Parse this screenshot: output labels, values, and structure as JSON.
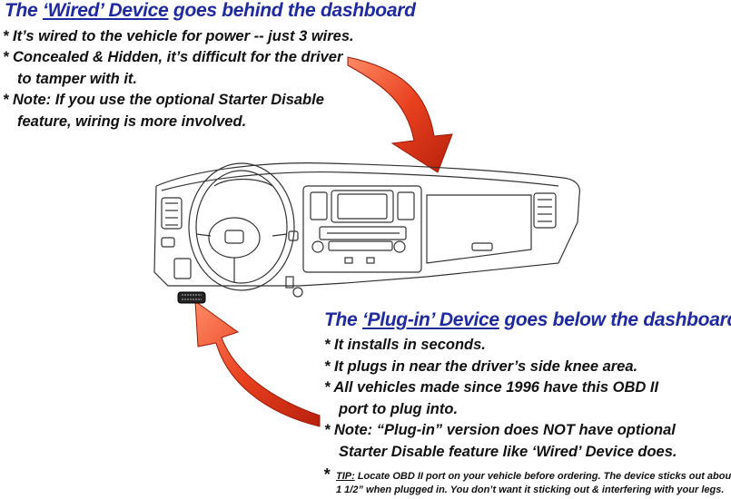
{
  "wired": {
    "heading_pre": "The ",
    "heading_link": "‘Wired’ Device",
    "heading_post": " goes behind the dashboard",
    "lines": [
      "* It’s wired to the vehicle for power -- just 3 wires.",
      "* Concealed & Hidden, it’s difficult for the driver",
      "to tamper with it.",
      "* Note: If you use the optional Starter Disable",
      "feature, wiring is more involved."
    ]
  },
  "plugin": {
    "heading_pre": "The ",
    "heading_link": "‘Plug-in’ Device",
    "heading_post": " goes below the dashboard",
    "lines": [
      "* It installs in seconds.",
      "* It plugs in near the driver’s side knee area.",
      "* All vehicles made since 1996 have this OBD II",
      "port to plug into.",
      "* Note: “Plug-in” version does NOT have optional",
      "Starter Disable feature like ‘Wired’ Device does."
    ]
  },
  "tip": {
    "star": "*",
    "label": "TIP:",
    "line1": " Locate OBD II port on your vehicle before ordering. The device sticks out about",
    "line2": "1 1/2” when plugged in. You don’t want it sticking out & interfering with your legs."
  },
  "colors": {
    "heading": "#1f2a9e",
    "arrow": "#e03a1c",
    "arrow_light": "#ff7a55"
  }
}
